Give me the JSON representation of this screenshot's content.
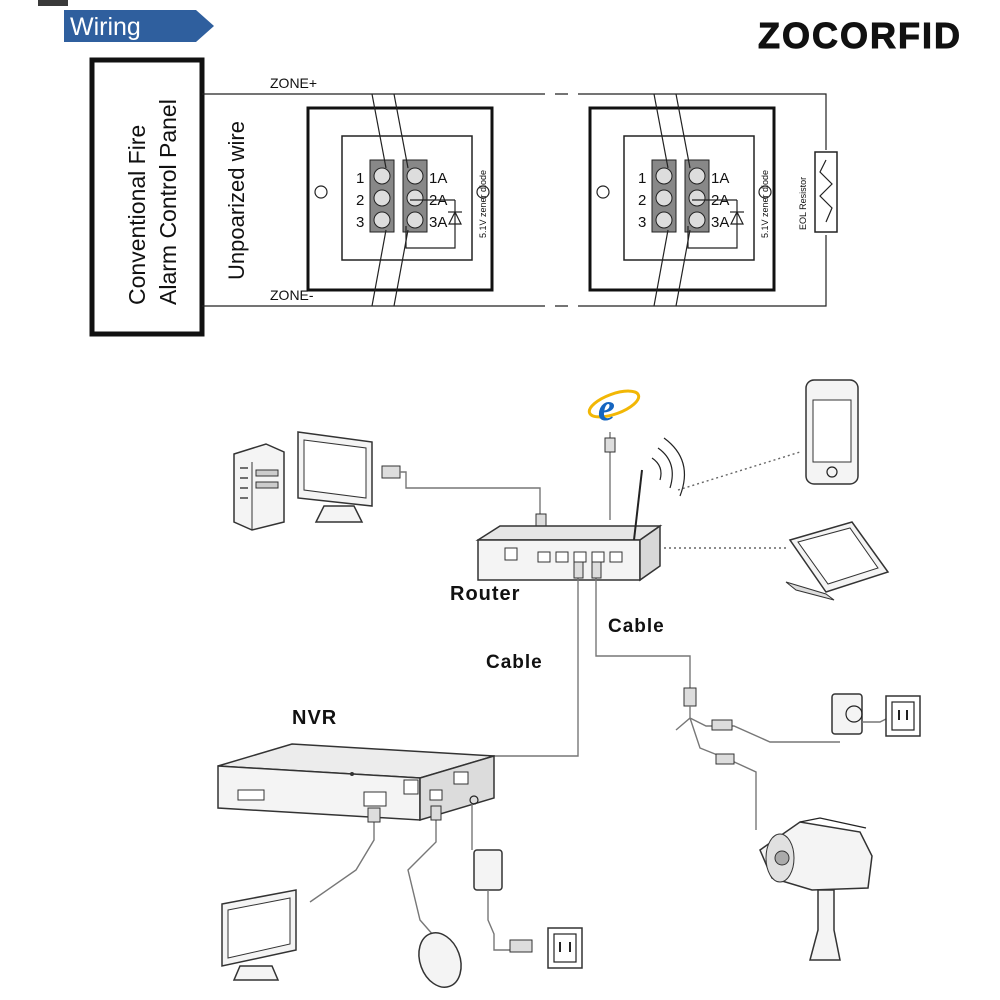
{
  "header": {
    "tag_label": "Wiring",
    "brand": "ZOCORFID"
  },
  "wiring": {
    "panel_line1": "Conventional  Fire",
    "panel_line2": "Alarm Control  Panel",
    "wire_label": "Unpoarized  wire",
    "zone_plus": "ZONE+",
    "zone_minus": "ZONE-",
    "terminals_left": [
      "1",
      "2",
      "3"
    ],
    "terminals_right": [
      "1A",
      "2A",
      "3A"
    ],
    "diode_label": "5.1V zener diode",
    "eol_label": "EOL Resistor"
  },
  "network": {
    "router_label": "Router",
    "cable_label_1": "Cable",
    "cable_label_2": "Cable",
    "nvr_label": "NVR",
    "ie_glyph": "e"
  },
  "colors": {
    "tag_blue": "#2f5f9e",
    "ie_blue": "#1565c0",
    "ie_ring": "#f2b705"
  }
}
